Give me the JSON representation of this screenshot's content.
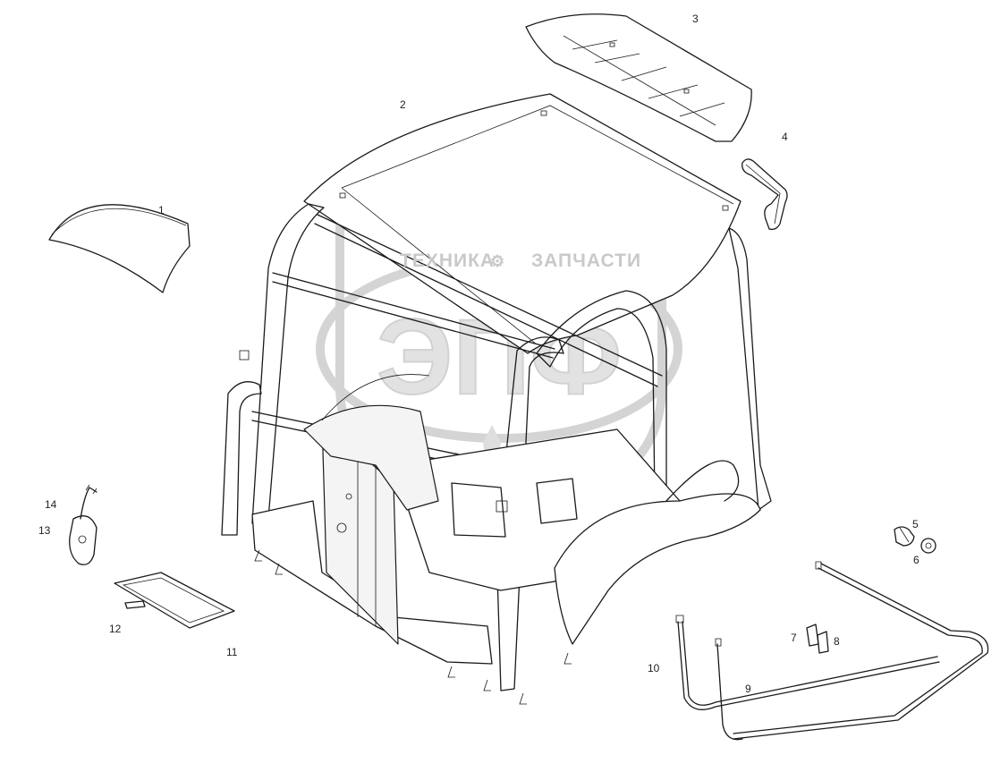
{
  "watermark": {
    "text_left": "ТЕХНИКА",
    "text_right": "ЗАПЧАСТИ",
    "logo_icon": "gear-icon",
    "letters": "ЭПФ"
  },
  "callouts": [
    {
      "id": "1",
      "label": "1"
    },
    {
      "id": "2",
      "label": "2"
    },
    {
      "id": "3",
      "label": "3"
    },
    {
      "id": "4",
      "label": "4"
    },
    {
      "id": "5",
      "label": "5"
    },
    {
      "id": "6",
      "label": "6"
    },
    {
      "id": "7",
      "label": "7"
    },
    {
      "id": "8",
      "label": "8"
    },
    {
      "id": "9",
      "label": "9"
    },
    {
      "id": "10",
      "label": "10"
    },
    {
      "id": "11",
      "label": "11"
    },
    {
      "id": "12",
      "label": "12"
    },
    {
      "id": "13",
      "label": "13"
    },
    {
      "id": "14",
      "label": "14"
    }
  ],
  "colors": {
    "line": "#1a1a1a",
    "watermark": "#d4d4d4",
    "background": "#ffffff"
  }
}
